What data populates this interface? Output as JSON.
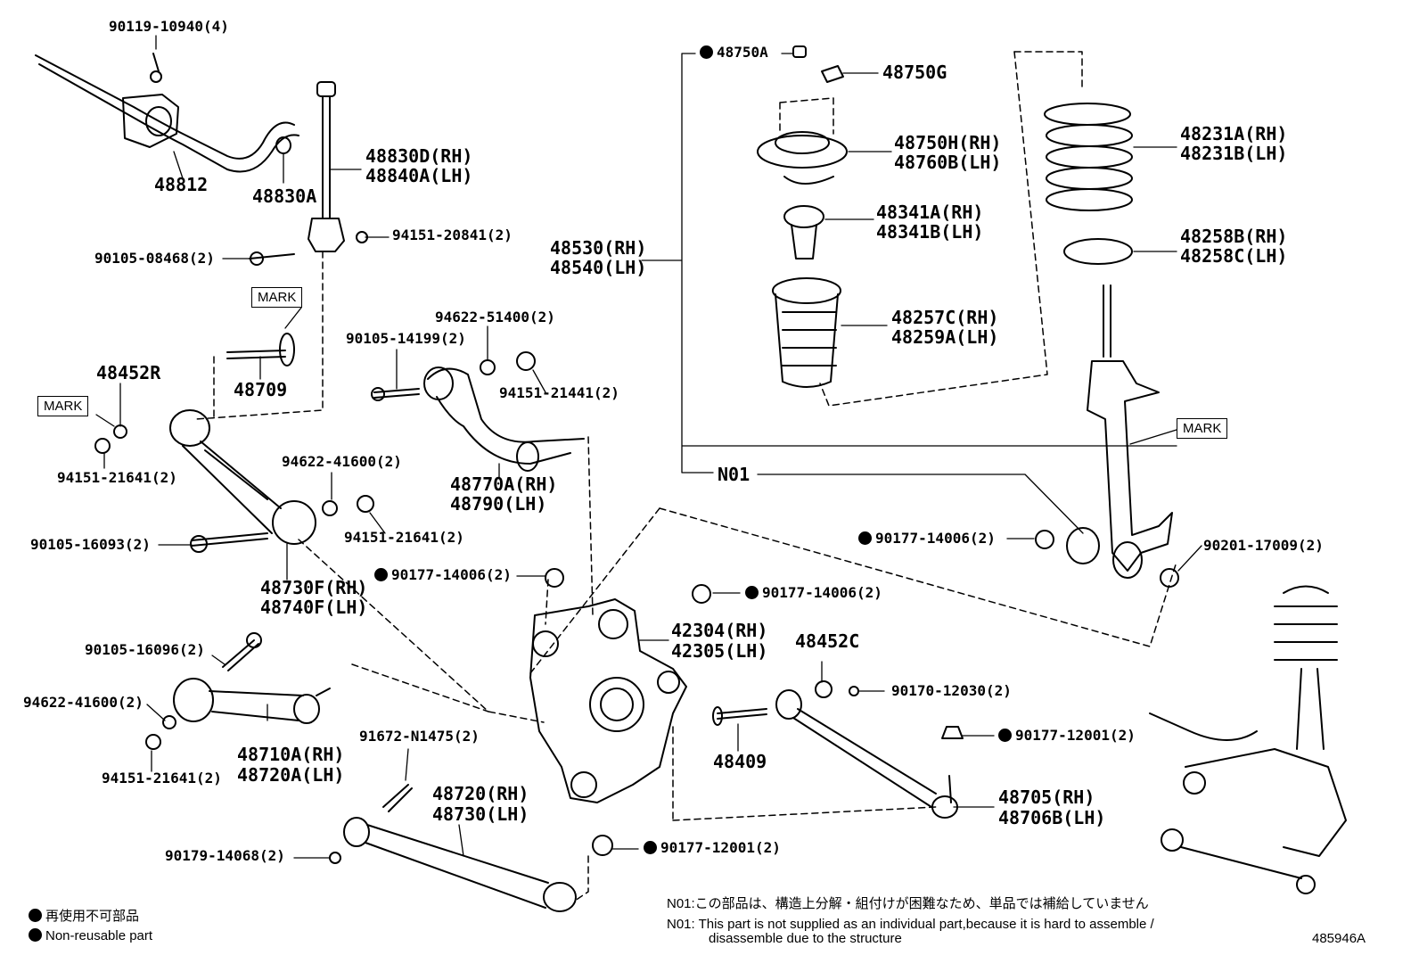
{
  "labels": {
    "p90119_10940": "90119-10940(4)",
    "p48812": "48812",
    "p48830a": "48830A",
    "p48830d": "48830D(RH)",
    "p48840a": "48840A(LH)",
    "p94151_20841": "94151-20841(2)",
    "p90105_08468": "90105-08468(2)",
    "p48709": "48709",
    "p48452r": "48452R",
    "p94151_21641_a": "94151-21641(2)",
    "p90105_14199": "90105-14199(2)",
    "p94622_51400": "94622-51400(2)",
    "p94151_21441": "94151-21441(2)",
    "p48770a": "48770A(RH)",
    "p48790": "48790(LH)",
    "p94622_41600_a": "94622-41600(2)",
    "p94151_21641_b": "94151-21641(2)",
    "p90105_16093": "90105-16093(2)",
    "p48730f": "48730F(RH)",
    "p48740f": "48740F(LH)",
    "p90177_14006_a": "90177-14006(2)",
    "p90105_16096": "90105-16096(2)",
    "p94622_41600_b": "94622-41600(2)",
    "p94151_21641_c": "94151-21641(2)",
    "p48710a": "48710A(RH)",
    "p48720a": "48720A(LH)",
    "p91672_n1475": "91672-N1475(2)",
    "p48720": "48720(RH)",
    "p48730": "48730(LH)",
    "p90179_14068": "90179-14068(2)",
    "p90177_12001_a": "90177-12001(2)",
    "p90177_14006_b": "90177-14006(2)",
    "p42304": "42304(RH)",
    "p42305": "42305(LH)",
    "p48452c": "48452C",
    "p90170_12030": "90170-12030(2)",
    "p48409": "48409",
    "p90177_12001_b": "90177-12001(2)",
    "p48705": "48705(RH)",
    "p48706b": "48706B(LH)",
    "p48750a": "48750A",
    "p48750g": "48750G",
    "p48750h": "48750H(RH)",
    "p48760b": "48760B(LH)",
    "p48341a": "48341A(RH)",
    "p48341b": "48341B(LH)",
    "p48257c": "48257C(RH)",
    "p48259a": "48259A(LH)",
    "p48530": "48530(RH)",
    "p48540": "48540(LH)",
    "pN01": "N01",
    "p48231a": "48231A(RH)",
    "p48231b": "48231B(LH)",
    "p48258b": "48258B(RH)",
    "p48258c": "48258C(LH)",
    "p90177_14006_c": "90177-14006(2)",
    "p90201_17009": "90201-17009(2)"
  },
  "mark_tags": [
    "MARK",
    "MARK",
    "MARK"
  ],
  "legend": {
    "jp": "再使用不可部品",
    "en": "Non-reusable part"
  },
  "notes": {
    "n01_jp": "N01:この部品は、構造上分解・組付けが困難なため、単品では補給していません",
    "n01_en_1": "N01: This part is not supplied as an individual part,because it is hard to assemble /",
    "n01_en_2": "disassemble due to the structure"
  },
  "figure_id": "485946A"
}
